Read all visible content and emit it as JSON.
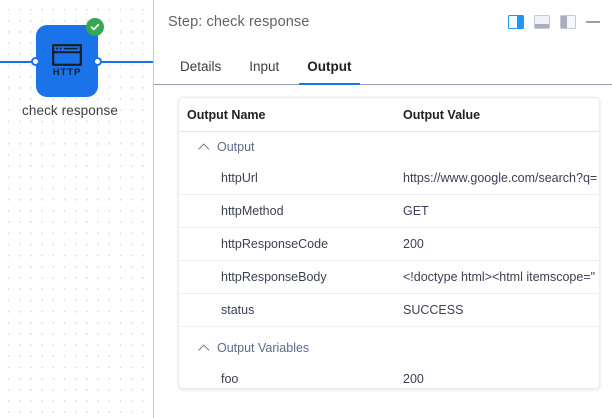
{
  "canvas": {
    "node": {
      "label": "check response",
      "icon": "http-node-icon",
      "icon_text": "HTTP",
      "status": "success",
      "status_icon": "check-circle-icon",
      "color": "#1a73e8",
      "status_color": "#34a853"
    }
  },
  "panel": {
    "header": {
      "title": "Step: check response",
      "actions": [
        {
          "name": "dock-right-icon",
          "label": "",
          "active": true
        },
        {
          "name": "dock-bottom-icon",
          "label": "",
          "active": false
        },
        {
          "name": "dock-left-icon",
          "label": "",
          "active": false
        },
        {
          "name": "minimize-icon",
          "label": "",
          "active": false
        }
      ]
    },
    "tabs": [
      {
        "label": "Details",
        "active": false
      },
      {
        "label": "Input",
        "active": false
      },
      {
        "label": "Output",
        "active": true
      }
    ],
    "table": {
      "headers": {
        "name": "Output Name",
        "value": "Output Value"
      },
      "groups": [
        {
          "title": "Output",
          "expanded": true,
          "rows": [
            {
              "name": "httpUrl",
              "value": "https://www.google.com/search?q="
            },
            {
              "name": "httpMethod",
              "value": "GET"
            },
            {
              "name": "httpResponseCode",
              "value": "200"
            },
            {
              "name": "httpResponseBody",
              "value": "<!doctype html><html itemscope=\""
            },
            {
              "name": "status",
              "value": "SUCCESS"
            }
          ]
        },
        {
          "title": "Output Variables",
          "expanded": true,
          "rows": [
            {
              "name": "foo",
              "value": "200"
            }
          ]
        }
      ]
    }
  }
}
